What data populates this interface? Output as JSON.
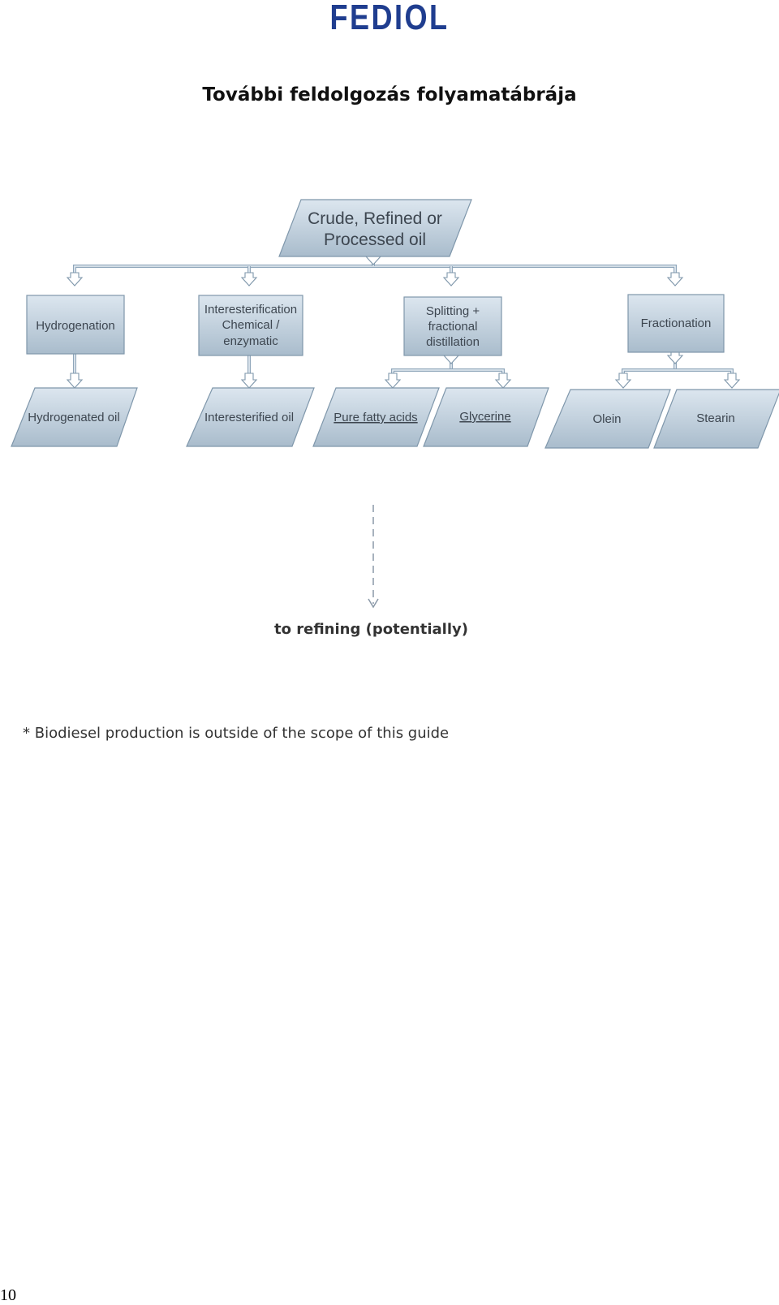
{
  "header": {
    "logo_text": "FEDIOL",
    "title": "További feldolgozás folyamatábrája"
  },
  "diagram": {
    "root": {
      "line1": "Crude, Refined or",
      "line2": "Processed oil"
    },
    "processes": [
      {
        "id": "hydrogenation",
        "lines": [
          "Hydrogenation"
        ]
      },
      {
        "id": "interesterification",
        "lines": [
          "Interesterification",
          "Chemical /",
          "enzymatic"
        ]
      },
      {
        "id": "splitting",
        "lines": [
          "Splitting +",
          "fractional",
          "distillation"
        ]
      },
      {
        "id": "fractionation",
        "lines": [
          "Fractionation"
        ]
      }
    ],
    "products": [
      {
        "id": "hydrogenated-oil",
        "label": "Hydrogenated oil"
      },
      {
        "id": "interesterified-oil",
        "label": "Interesterified oil"
      },
      {
        "id": "pure-fatty-acids",
        "label": "Pure fatty acids"
      },
      {
        "id": "glycerine",
        "label": "Glycerine"
      },
      {
        "id": "olein",
        "label": "Olein"
      },
      {
        "id": "stearin",
        "label": "Stearin"
      }
    ],
    "refining_label": "to refining (potentially)"
  },
  "footnote": "* Biodiesel production is outside of the scope of this guide",
  "page_number": "10",
  "colors": {
    "logo": "#1f3d8f",
    "box_top": "#dce6ef",
    "box_bottom": "#a9bccc",
    "box_border": "#7f97ab"
  }
}
